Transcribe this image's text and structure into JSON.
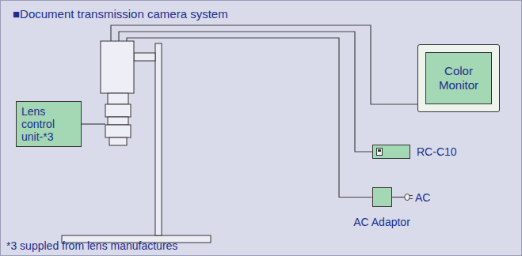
{
  "diagram": {
    "title": "■Document transmission camera system",
    "nodes": [
      {
        "text": [
          "Lens control unit-*3"
        ]
      },
      {
        "text": [
          "Color Monitor"
        ]
      },
      {
        "text": [
          "RC-C10"
        ]
      },
      {
        "text": [
          "AC Adaptor"
        ]
      }
    ],
    "labels": [
      "AC",
      "*3 suppled from lens manufactures"
    ]
  }
}
